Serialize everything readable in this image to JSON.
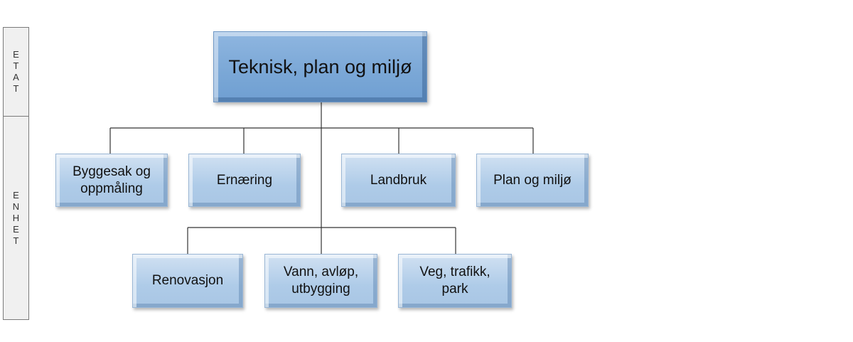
{
  "levels": {
    "etat": [
      "E",
      "T",
      "A",
      "T"
    ],
    "enhet": [
      "E",
      "N",
      "H",
      "E",
      "T"
    ]
  },
  "org": {
    "root": "Teknisk, plan og miljø",
    "row1": [
      "Byggesak og oppmåling",
      "Ernæring",
      "Landbruk",
      "Plan og miljø"
    ],
    "row2": [
      "Renovasjon",
      "Vann, avløp, utbygging",
      "Veg, trafikk, park"
    ]
  },
  "colors": {
    "root_fill": "#7aa7d6",
    "unit_fill": "#aecbe8",
    "line": "#333333"
  }
}
